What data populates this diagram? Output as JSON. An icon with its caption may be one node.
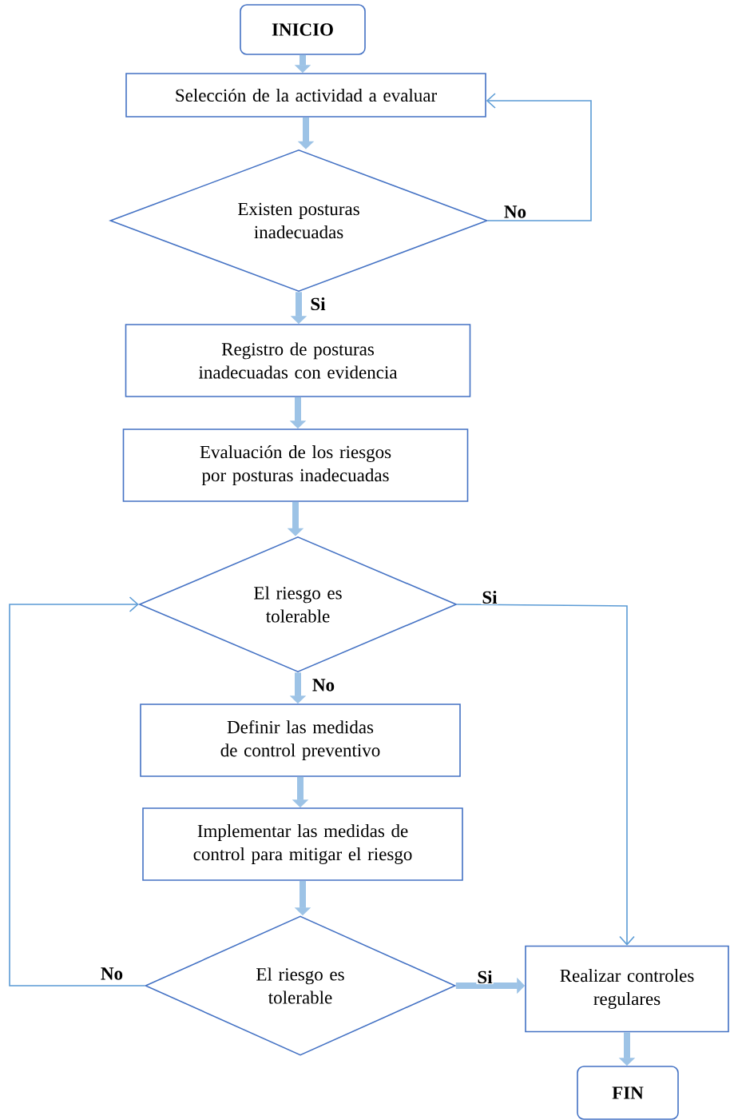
{
  "diagram": {
    "nodes": [
      {
        "text": [
          "INICIO"
        ]
      },
      {
        "text": [
          "Selección de la actividad a evaluar"
        ]
      },
      {
        "text": [
          "Existen posturas inadecuadas"
        ]
      },
      {
        "text": [
          "Registro de posturas inadecuadas con evidencia"
        ]
      },
      {
        "text": [
          "Evaluación de los riesgos por posturas inadecuadas"
        ]
      },
      {
        "text": [
          "El riesgo es tolerable"
        ]
      },
      {
        "text": [
          "Definir las medidas de control preventivo"
        ]
      },
      {
        "text": [
          "Implementar las medidas de control para mitigar el riesgo"
        ]
      },
      {
        "text": [
          "El riesgo es tolerable"
        ]
      },
      {
        "text": [
          "Realizar controles regulares"
        ]
      },
      {
        "text": [
          "FIN"
        ]
      }
    ],
    "edges": [
      {
        "from": 0,
        "to": 1,
        "arrow": "to"
      },
      {
        "from": 1,
        "to": 2,
        "arrow": "to"
      },
      {
        "from": 2,
        "to": 1,
        "arrow": "to",
        "label": "No",
        "color": "#5b9bd5"
      },
      {
        "from": 2,
        "to": 3,
        "arrow": "to",
        "label": "Si"
      },
      {
        "from": 3,
        "to": 4,
        "arrow": "to"
      },
      {
        "from": 4,
        "to": 5,
        "arrow": "to"
      },
      {
        "from": 5,
        "to": 9,
        "arrow": "to",
        "label": "Si",
        "color": "#5b9bd5"
      },
      {
        "from": 5,
        "to": 6,
        "arrow": "to",
        "label": "No"
      },
      {
        "from": 6,
        "to": 7,
        "arrow": "to"
      },
      {
        "from": 7,
        "to": 8,
        "arrow": "to"
      },
      {
        "from": 8,
        "to": 9,
        "arrow": "to",
        "label": "Si"
      },
      {
        "from": 8,
        "to": 5,
        "arrow": "to",
        "label": "No",
        "color": "#5b9bd5"
      },
      {
        "from": 9,
        "to": 10,
        "arrow": "to"
      }
    ]
  }
}
